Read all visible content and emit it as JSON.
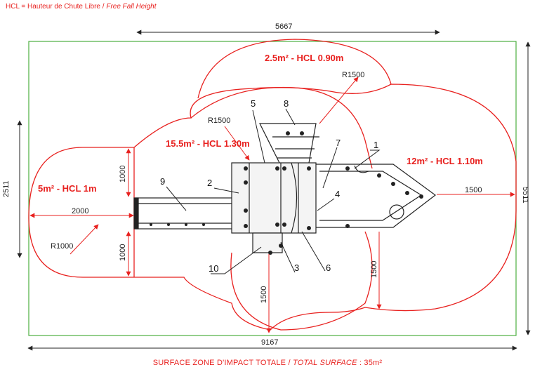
{
  "header": {
    "legend_fr": "HCL = Hauteur de Chute Libre",
    "legend_sep": " / ",
    "legend_en": "Free Fall Height"
  },
  "footer": {
    "text_fr": "SURFACE ZONE D'IMPACT TOTALE",
    "text_sep": " / ",
    "text_en": "TOTAL SURFACE",
    "text_value": " : 35m²"
  },
  "dimensions": {
    "top_width": "5667",
    "bottom_width": "9167",
    "left_height": "2511",
    "right_height": "5511",
    "left_zone_depth": "2000",
    "right_zone_depth": "1500",
    "bottom_zone_a": "1500",
    "bottom_zone_b": "1500",
    "slide_clear_top": "1000",
    "slide_clear_bottom": "1000",
    "radius_top": "R1500",
    "radius_mid": "R1500",
    "radius_left": "R1000"
  },
  "zones": {
    "top": "2.5m² - HCL 0.90m",
    "center": "15.5m² - HCL 1.30m",
    "right": "12m² - HCL 1.10m",
    "left": "5m² - HCL 1m"
  },
  "part_numbers": [
    "1",
    "2",
    "3",
    "4",
    "5",
    "6",
    "7",
    "8",
    "9",
    "10"
  ],
  "colors": {
    "zone_outline": "#e8211f",
    "boundary": "#4caf3f",
    "structure": "#222222"
  }
}
